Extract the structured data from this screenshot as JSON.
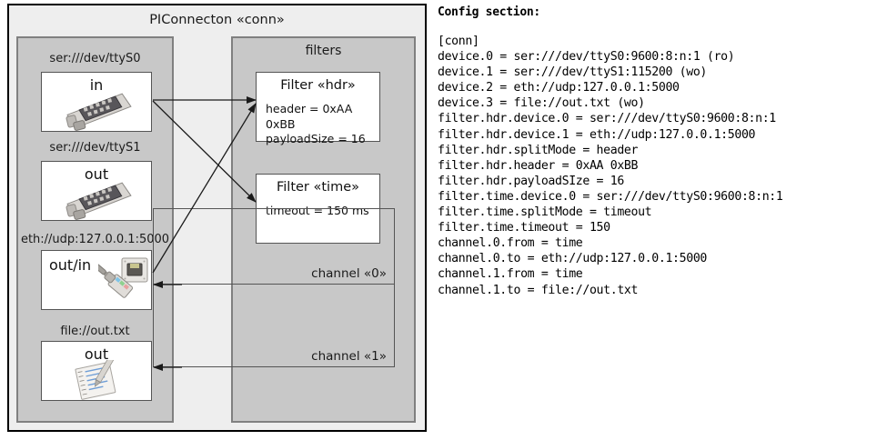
{
  "component": {
    "title": "PIConnecton «conn»"
  },
  "devices_panel": {
    "groups": [
      {
        "label": "ser:///dev/ttyS0",
        "io": "in",
        "icon": "serial-port-icon",
        "io_align": "center"
      },
      {
        "label": "ser:///dev/ttyS1",
        "io": "out",
        "icon": "serial-port-icon",
        "io_align": "center"
      },
      {
        "label": "eth://udp:127.0.0.1:5000",
        "io": "out/in",
        "icon": "ethernet-icon",
        "io_align": "left"
      },
      {
        "label": "file://out.txt",
        "io": "out",
        "icon": "file-text-icon",
        "io_align": "center"
      }
    ]
  },
  "filters_panel": {
    "title": "filters",
    "filters": [
      {
        "title": "Filter «hdr»",
        "attrs": [
          "header = 0xAA 0xBB",
          "payloadSize = 16"
        ]
      },
      {
        "title": "Filter «time»",
        "attrs": [
          "timeout = 150 ms"
        ]
      }
    ],
    "channels": [
      {
        "label": "channel «0»"
      },
      {
        "label": "channel «1»"
      }
    ]
  },
  "config": {
    "heading": "Config section:",
    "lines": [
      "[conn]",
      "device.0 = ser:///dev/ttyS0:9600:8:n:1 (ro)",
      "device.1 = ser:///dev/ttyS1:115200 (wo)",
      "device.2 = eth://udp:127.0.0.1:5000",
      "device.3 = file://out.txt (wo)",
      "filter.hdr.device.0 = ser:///dev/ttyS0:9600:8:n:1",
      "filter.hdr.device.1 = eth://udp:127.0.0.1:5000",
      "filter.hdr.splitMode = header",
      "filter.hdr.header = 0xAA 0xBB",
      "filter.hdr.payloadSIze = 16",
      "filter.time.device.0 = ser:///dev/ttyS0:9600:8:n:1",
      "filter.time.splitMode = timeout",
      "filter.time.timeout = 150",
      "channel.0.from = time",
      "channel.0.to = eth://udp:127.0.0.1:5000",
      "channel.1.from = time",
      "channel.1.to = file://out.txt"
    ]
  },
  "colors": {
    "outer_bg": "#eeeeee",
    "panel_bg": "#c8c8c8",
    "box_bg": "#ffffff",
    "border_dark": "#000000",
    "border_mid": "#808080",
    "border_box": "#555555",
    "text": "#111111"
  }
}
